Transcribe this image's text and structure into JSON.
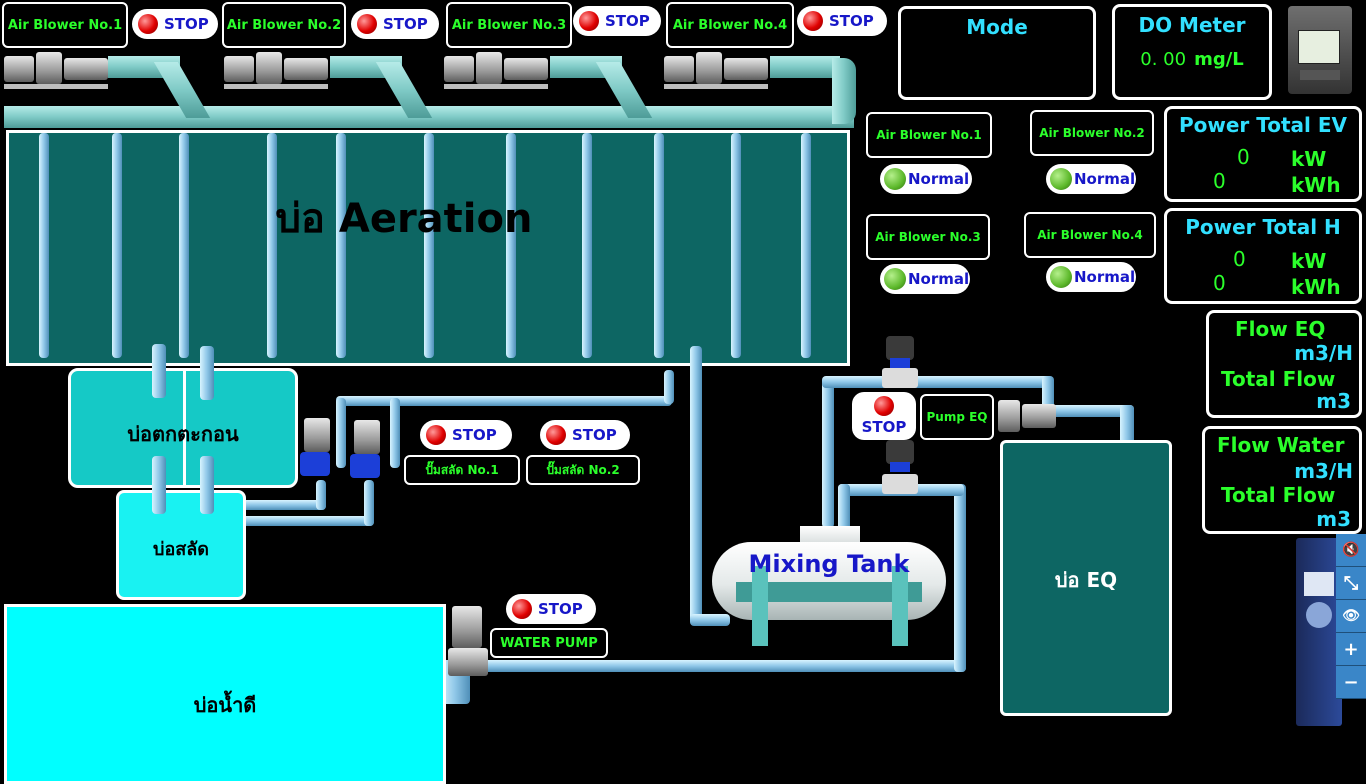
{
  "blowers": [
    {
      "name": "Air Blower No.1",
      "state": "STOP"
    },
    {
      "name": "Air Blower No.2",
      "state": "STOP"
    },
    {
      "name": "Air Blower No.3",
      "state": "STOP"
    },
    {
      "name": "Air Blower No.4",
      "state": "STOP"
    }
  ],
  "mode": {
    "title": "Mode"
  },
  "do_meter": {
    "title": "DO Meter",
    "value": "0. 00",
    "unit": "mg/L"
  },
  "status": [
    {
      "name": "Air Blower No.1",
      "state": "Normal"
    },
    {
      "name": "Air Blower No.2",
      "state": "Normal"
    },
    {
      "name": "Air Blower No.3",
      "state": "Normal"
    },
    {
      "name": "Air Blower No.4",
      "state": "Normal"
    }
  ],
  "power_ev": {
    "title": "Power Total EV",
    "kw": "0",
    "kwh": "0",
    "kw_unit": "kW",
    "kwh_unit": "kWh"
  },
  "power_h": {
    "title": "Power Total H",
    "kw": "0",
    "kwh": "0",
    "kw_unit": "kW",
    "kwh_unit": "kWh"
  },
  "flow_eq": {
    "title": "Flow EQ",
    "rate_unit": "m3/H",
    "total_label": "Total Flow",
    "total_unit": "m3"
  },
  "flow_water": {
    "title": "Flow Water",
    "rate_unit": "m3/H",
    "total_label": "Total Flow",
    "total_unit": "m3"
  },
  "tanks": {
    "aeration": "บ่อ Aeration",
    "sediment": "บ่อตกตะกอน",
    "sludge": "บ่อสลัด",
    "clean": "บ่อน้ำดี",
    "mixing": "Mixing Tank",
    "eq": "บ่อ EQ"
  },
  "sludge_pumps": [
    {
      "name": "ปั๊มสลัด No.1",
      "state": "STOP"
    },
    {
      "name": "ปั๊มสลัด No.2",
      "state": "STOP"
    }
  ],
  "water_pump": {
    "name": "WATER PUMP",
    "state": "STOP"
  },
  "pump_eq": {
    "name": "Pump EQ",
    "state": "STOP"
  },
  "side_toolbar": [
    {
      "icon": "mute-icon",
      "glyph": "🔇"
    },
    {
      "icon": "collapse-icon",
      "glyph": "⤡"
    },
    {
      "icon": "eye-icon",
      "glyph": "👁"
    },
    {
      "icon": "zoom-in-icon",
      "glyph": "+"
    },
    {
      "icon": "zoom-out-icon",
      "glyph": "−"
    }
  ]
}
